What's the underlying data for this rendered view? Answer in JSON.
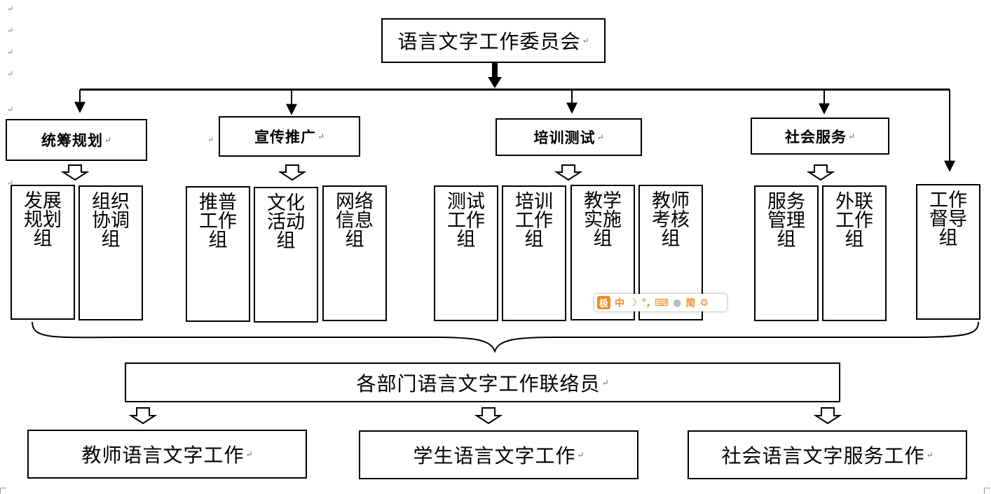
{
  "root": {
    "label": "语言文字工作委员会"
  },
  "categories": [
    {
      "key": "planning",
      "label": "统筹规划",
      "groups": [
        "发展规划组",
        "组织协调组"
      ]
    },
    {
      "key": "publicity",
      "label": "宣传推广",
      "groups": [
        "推普工作组",
        "文化活动组",
        "网络信息组"
      ]
    },
    {
      "key": "training",
      "label": "培训测试",
      "groups": [
        "测试工作组",
        "培训工作组",
        "教学实施组",
        "教师考核组"
      ]
    },
    {
      "key": "service",
      "label": "社会服务",
      "groups": [
        "服务管理组",
        "外联工作组"
      ]
    }
  ],
  "supervision": {
    "label": "工作督导组"
  },
  "liaison": {
    "label": "各部门语言文字工作联络员"
  },
  "outputs": [
    "教师语言文字工作",
    "学生语言文字工作",
    "社会语言文字服务工作"
  ],
  "ime_toolbar": {
    "logo": "极",
    "mode": "中",
    "simplified": "简",
    "icons": [
      "moon-icon",
      "punctuation-icon",
      "keyboard-icon",
      "user-icon",
      "gear-icon"
    ]
  },
  "paragraph_mark": "↵",
  "colors": {
    "line": "#000000",
    "ime_accent": "#f08c1e"
  }
}
